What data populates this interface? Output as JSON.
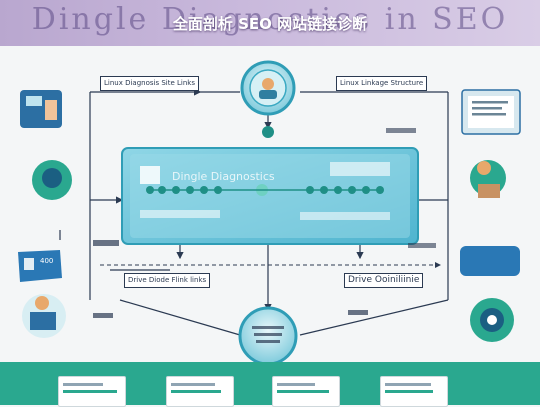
{
  "header": {
    "background_text": "Dingle Diagnostics in SEO",
    "title": "全面剖析 SEO 网站链接诊断"
  },
  "labels": {
    "top_left": "Linux Diagnosis Site Links",
    "top_right": "Linux Linkage Structure",
    "mid_left": "Drive Diode Flink links",
    "mid_right": "Drive Ooiniliinie",
    "small_card": "400"
  },
  "colors": {
    "teal": "#2aa88f",
    "navy": "#2b3a52",
    "panel": "#5bbfd6",
    "lavender": "#c4b3da"
  }
}
